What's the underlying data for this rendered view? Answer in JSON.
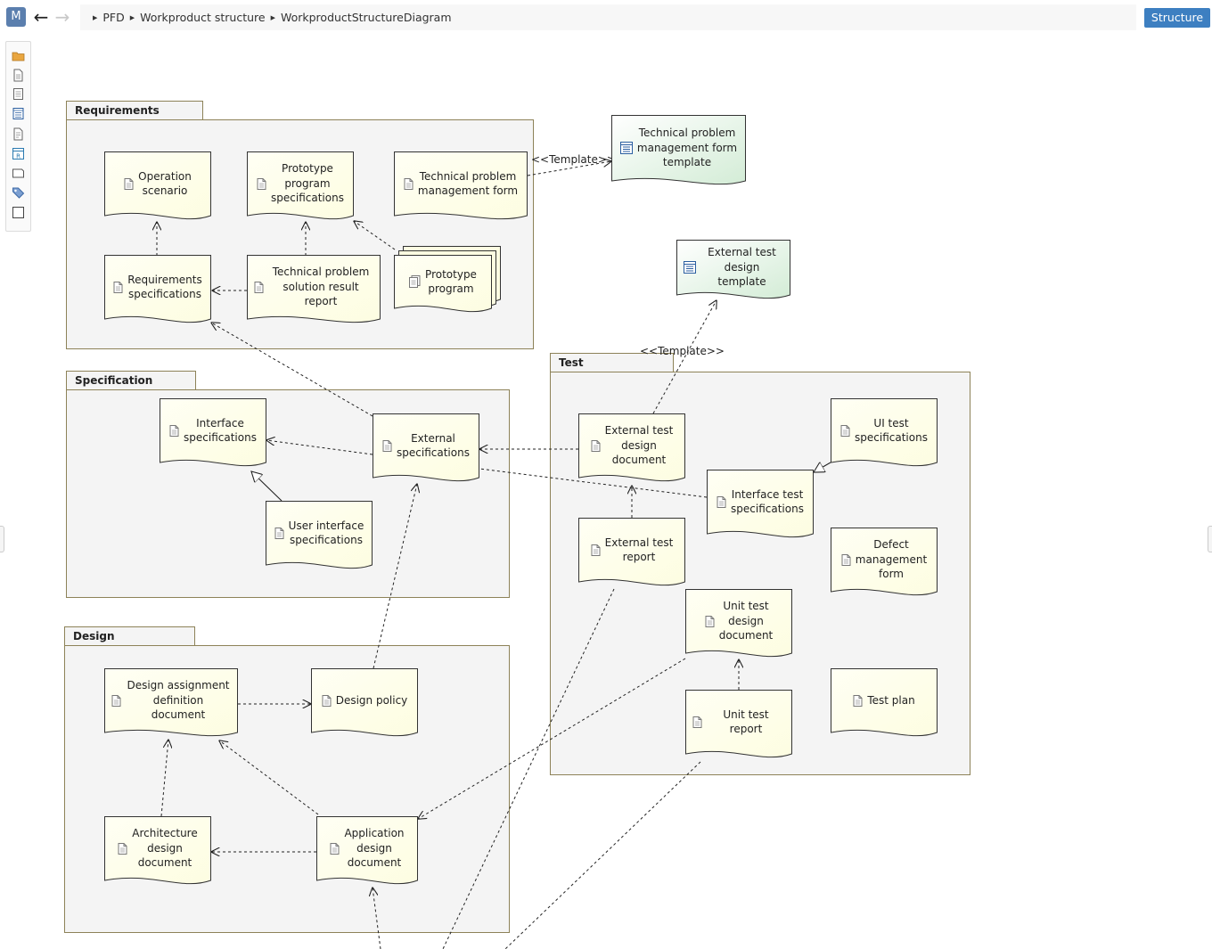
{
  "app": {
    "badge": "M"
  },
  "breadcrumb": [
    "PFD",
    "Workproduct structure",
    "WorkproductStructureDiagram"
  ],
  "toolbar": {
    "structure_label": "Structure"
  },
  "palette": [
    "folder-icon",
    "document-icon",
    "multi-document-icon",
    "table-document-icon",
    "text-document-icon",
    "report-icon",
    "shape-icon",
    "tag-icon",
    "rectangle-icon"
  ],
  "colors": {
    "document_fill": "#fdfde1",
    "template_fill": "#d3ecd6",
    "package_border": "#8d8258",
    "package_fill": "#f4f4f4",
    "accent": "#3d7fc1"
  },
  "packages": {
    "requirements": "Requirements",
    "specification": "Specification",
    "design": "Design",
    "test": "Test"
  },
  "documents": {
    "operation_scenario": [
      "Operation",
      "scenario"
    ],
    "prototype_program_specs": [
      "Prototype",
      "program",
      "specifications"
    ],
    "tech_problem_form": [
      "Technical problem",
      "management form"
    ],
    "requirements_specs": [
      "Requirements",
      "specifications"
    ],
    "tech_problem_report": [
      "Technical problem",
      "solution result report"
    ],
    "prototype_program": [
      "Prototype",
      "program"
    ],
    "interface_specs": [
      "Interface",
      "specifications"
    ],
    "external_specs": [
      "External",
      "specifications"
    ],
    "user_interface_specs": [
      "User interface",
      "specifications"
    ],
    "design_assignment": [
      "Design assignment",
      "definition document"
    ],
    "design_policy": [
      "Design policy"
    ],
    "architecture_design": [
      "Architecture",
      "design",
      "document"
    ],
    "application_design": [
      "Application",
      "design",
      "document"
    ],
    "external_test_design": [
      "External test",
      "design",
      "document"
    ],
    "ui_test_specs": [
      "UI test",
      "specifications"
    ],
    "interface_test_specs": [
      "Interface test",
      "specifications"
    ],
    "external_test_report": [
      "External test",
      "report"
    ],
    "defect_form": [
      "Defect",
      "management",
      "form"
    ],
    "unit_test_design": [
      "Unit test",
      "design",
      "document"
    ],
    "unit_test_report": [
      "Unit test report"
    ],
    "test_plan": [
      "Test plan"
    ]
  },
  "templates": {
    "tech_problem_template": [
      "Technical problem",
      "management form",
      "template"
    ],
    "external_test_template": [
      "External test",
      "design template"
    ]
  },
  "stereotypes": {
    "template_a": "<<Template>>",
    "template_b": "<<Template>>"
  }
}
